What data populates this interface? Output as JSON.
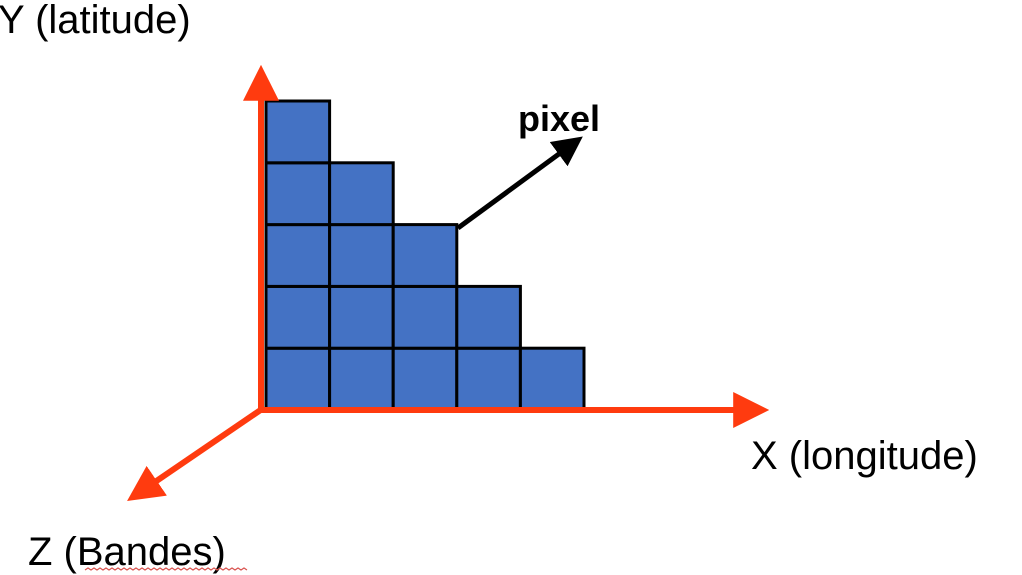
{
  "axes": {
    "y_label": "Y (latitude)",
    "x_label": "X (longitude)",
    "z_label": "Z (Bandes)",
    "axis_color": "#ff3b0f"
  },
  "pixel_grid": {
    "column_heights": [
      5,
      4,
      3,
      2,
      1
    ],
    "cell_color": "#4472c4",
    "border_color": "#000000"
  },
  "pointer": {
    "label": "pixel",
    "arrow_color": "#000000"
  },
  "spellcheck_underline_color": "#d9534f"
}
